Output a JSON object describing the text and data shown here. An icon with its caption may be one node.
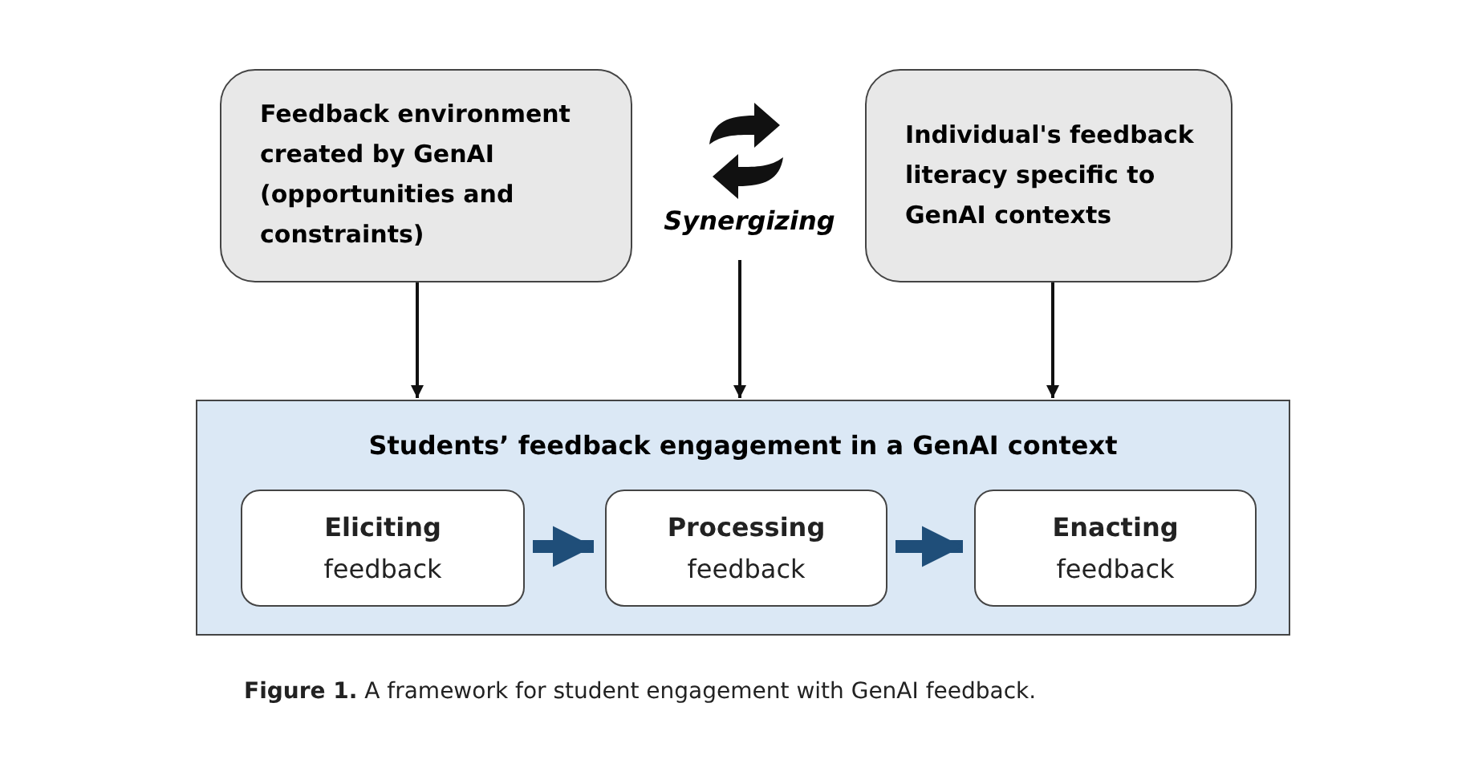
{
  "diagram": {
    "caption": "**Figure 1.** A framework for student engagement with GenAI feedback.",
    "nodes": [
      {
        "text": [
          "Feedback environment created by GenAI (opportunities and constraints)"
        ]
      },
      {
        "text": [
          "Synergizing"
        ]
      },
      {
        "text": [
          "Individual's feedback literacy specific to GenAI contexts"
        ]
      },
      {
        "text": [
          "Students’ feedback engagement in a GenAI context"
        ]
      },
      {
        "text": [
          "Eliciting",
          "feedback"
        ],
        "in": 3
      },
      {
        "text": [
          "Processing",
          "feedback"
        ],
        "in": 3
      },
      {
        "text": [
          "Enacting",
          "feedback"
        ],
        "in": 3
      }
    ],
    "edges": [
      {
        "from": 0,
        "to": 3,
        "arrow": "to"
      },
      {
        "from": 1,
        "to": 3,
        "arrow": "to"
      },
      {
        "from": 2,
        "to": 3,
        "arrow": "to"
      },
      {
        "from": 4,
        "to": 5,
        "arrow": "to",
        "style": "thick",
        "color": "#1f4e79"
      },
      {
        "from": 5,
        "to": 6,
        "arrow": "to",
        "style": "thick",
        "color": "#1f4e79"
      }
    ]
  }
}
